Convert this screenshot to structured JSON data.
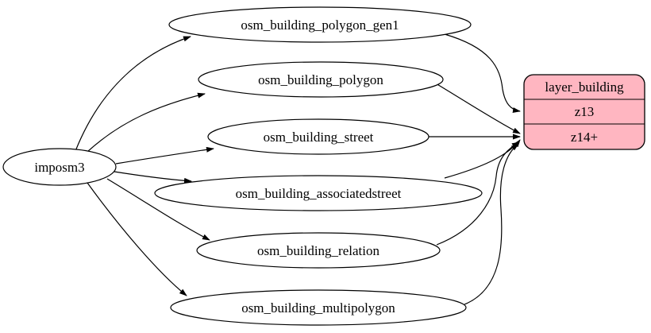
{
  "diagram": {
    "type": "graphviz-flow",
    "background_color": "#ffffff",
    "edge_color": "#000000",
    "table_node_fill": "#ffffff",
    "node_stroke_color": "#000000",
    "source": {
      "label": "imposm3"
    },
    "tables": [
      {
        "label": "osm_building_polygon_gen1",
        "feeds_row": "z13"
      },
      {
        "label": "osm_building_polygon",
        "feeds_row": "z14+"
      },
      {
        "label": "osm_building_street",
        "feeds_row": "z14+"
      },
      {
        "label": "osm_building_associatedstreet",
        "feeds_row": "z14+"
      },
      {
        "label": "osm_building_relation",
        "feeds_row": "z14+"
      },
      {
        "label": "osm_building_multipolygon",
        "feeds_row": "z14+"
      }
    ],
    "layer": {
      "title": "layer_building",
      "rows": [
        "z13",
        "z14+"
      ],
      "fill": "#ffb6c1"
    }
  }
}
